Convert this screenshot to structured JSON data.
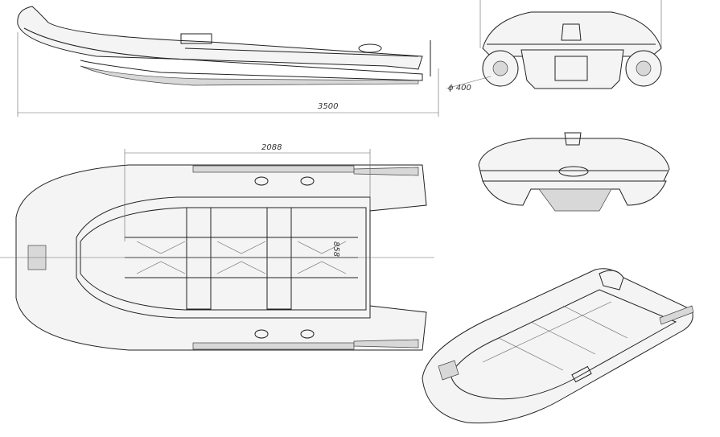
{
  "drawing": {
    "dimensions": {
      "overall_length": "3500",
      "floor_length": "2088",
      "tube_diameter": "ϕ 400",
      "floor_width": "858"
    },
    "views": [
      "side-view",
      "front-view",
      "plan-view",
      "rear-view",
      "isometric-view"
    ]
  }
}
